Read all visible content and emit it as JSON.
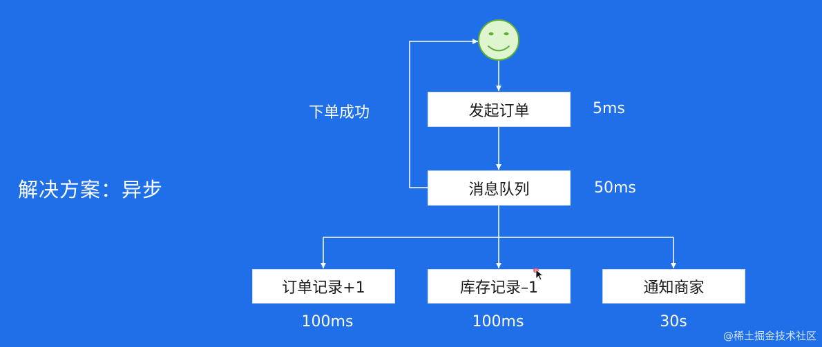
{
  "title": "解决方案：异步",
  "loop_label": "下单成功",
  "nodes": {
    "start": {
      "label": "发起订单",
      "time": "5ms"
    },
    "queue": {
      "label": "消息队列",
      "time": "50ms"
    },
    "order_record": {
      "label": "订单记录+1",
      "time": "100ms"
    },
    "stock_record": {
      "label": "库存记录–1",
      "time": "100ms"
    },
    "notify": {
      "label": "通知商家",
      "time": "30s"
    }
  },
  "user_icon": "smiley-face-icon",
  "watermark": "@稀土掘金技术社区",
  "colors": {
    "background": "#1f6fe8",
    "box_fill": "#ffffff",
    "connector": "#ffffff",
    "smiley_fill": "#dff5cf",
    "smiley_stroke": "#5cae35"
  }
}
